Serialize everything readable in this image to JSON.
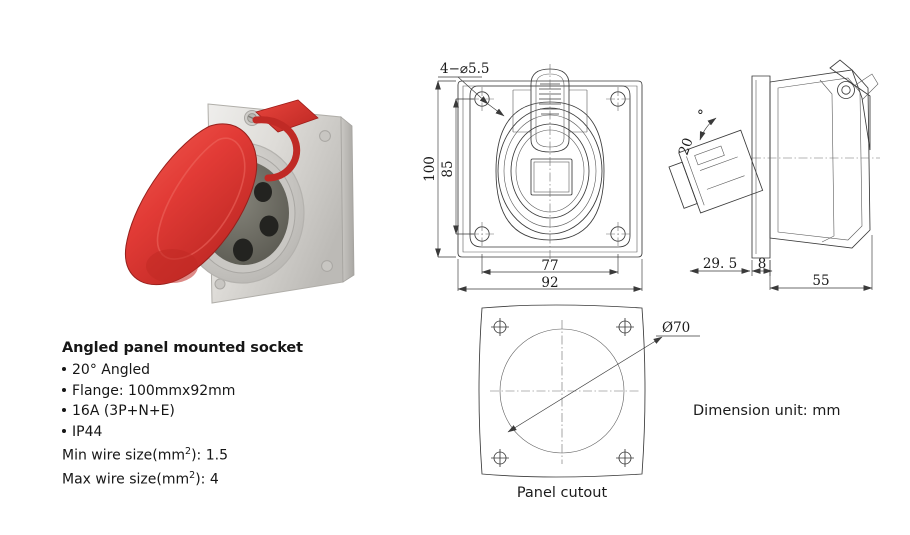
{
  "product": {
    "photo_alt": "angled-panel-mounted-socket-photo",
    "lid_color": "#e03a35",
    "body_color": "#d7d5d1",
    "contact_face_color": "#6e6d63",
    "pin_count": 5
  },
  "specs": {
    "title": "Angled panel mounted socket",
    "bullets": [
      "20° Angled",
      "Flange: 100mmx92mm",
      "16A (3P+N+E)",
      "IP44"
    ],
    "min_wire_label": "Min wire size(mm",
    "min_wire_sup": "2",
    "min_wire_value": "): 1.5",
    "max_wire_label": "Max wire size(mm",
    "max_wire_sup": "2",
    "max_wire_value": "): 4"
  },
  "drawings": {
    "front_view": {
      "hole_callout": "4−⌀5.5",
      "dim_height_outer": "100",
      "dim_height_inner": "85",
      "dim_width_inner": "77",
      "dim_width_outer": "92"
    },
    "side_view": {
      "angle": "20",
      "angle_unit": "°",
      "dim_depth_front": "29. 5",
      "dim_flange_thickness": "8",
      "dim_total_depth": "55"
    },
    "panel_cutout": {
      "diameter": "Ø70",
      "caption": "Panel cutout"
    },
    "unit_note": "Dimension unit: mm"
  }
}
